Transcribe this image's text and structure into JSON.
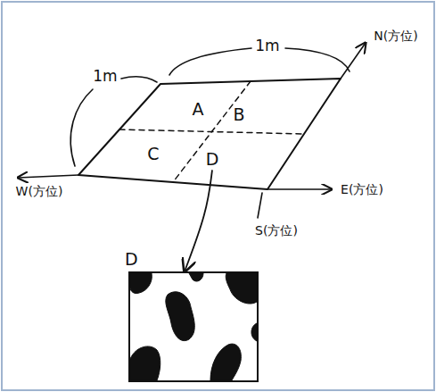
{
  "diagram": {
    "nodes": [
      {
        "text": [
          "A"
        ]
      },
      {
        "text": [
          "B"
        ]
      },
      {
        "text": [
          "C"
        ]
      },
      {
        "text": [
          "D"
        ]
      },
      {
        "text": [
          "D"
        ]
      }
    ],
    "edges": [
      {
        "from": 3,
        "to": 4,
        "arrow": "to"
      }
    ],
    "labels": [
      "1m",
      "1m",
      "N(方位)",
      "W(方位)",
      "E(方位)",
      "S(方位)"
    ]
  }
}
